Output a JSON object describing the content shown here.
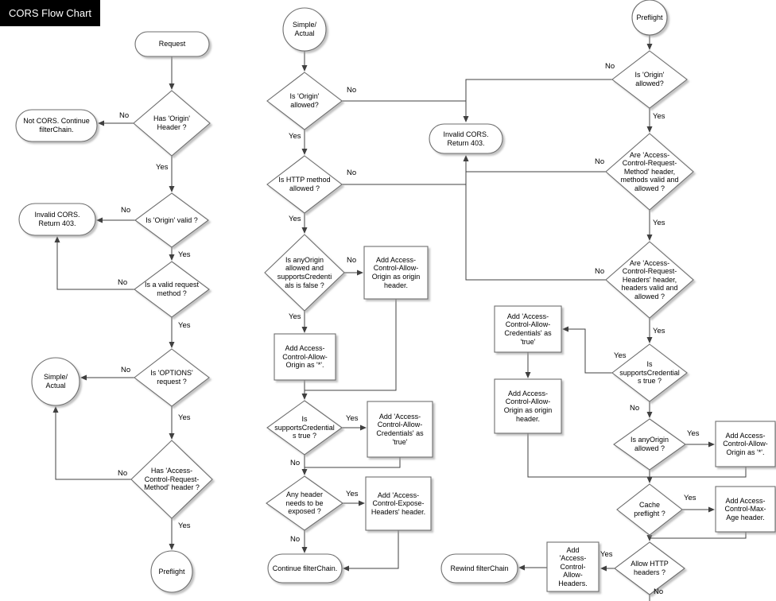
{
  "title": "CORS Flow Chart",
  "labels": {
    "yes": "Yes",
    "no": "No"
  },
  "colors": {
    "node_fill": "#ffffff",
    "node_border": "#6e6e6e",
    "connector": "#404040",
    "title_bg": "#000000",
    "title_fg": "#ffffff"
  },
  "shared": {
    "invalid_cors": "Invalid CORS. Return 403."
  },
  "request_flow": {
    "start": "Request",
    "has_origin_header": "Has 'Origin' Header ?",
    "not_cors": "Not CORS. Continue filterChain.",
    "is_origin_valid": "Is 'Origin' valid ?",
    "invalid_cors": "Invalid CORS. Return 403.",
    "is_valid_method": "Is a valid request method ?",
    "is_options_request": "Is 'OPTIONS' request ?",
    "simple_actual": "Simple/ Actual",
    "has_acrm_header": "Has 'Access-Control-Request-Method' header ?",
    "preflight": "Preflight"
  },
  "simple_actual_flow": {
    "start": "Simple/ Actual",
    "is_origin_allowed": "Is 'Origin' allowed?",
    "is_http_method_allowed": "Is HTTP method allowed ?",
    "anyorigin_and_credentials_false": "Is anyOrigin allowed and supportsCredentials is false ?",
    "add_origin_header": "Add Access-Control-Allow-Origin as origin header.",
    "add_origin_star": "Add Access-Control-Allow-Origin as '*'.",
    "is_supports_credentials": "Is supportsCredentials true ?",
    "add_credentials_true": "Add 'Access-Control-Allow-Credentials' as 'true'",
    "any_header_exposed": "Any header needs to be exposed ?",
    "add_expose_headers": "Add 'Access-Control-Expose-Headers' header.",
    "end": "Continue filterChain."
  },
  "preflight_flow": {
    "start": "Preflight",
    "is_origin_allowed": "Is 'Origin' allowed?",
    "acrm_valid": "Are 'Access-Control-Request-Method' header, methods valid and allowed ?",
    "acrh_valid": "Are 'Access-Control-Request-Headers' header, headers valid and allowed ?",
    "is_supports_credentials": "Is supportsCredentials true ?",
    "add_credentials_true": "Add 'Access-Control-Allow-Credentials' as 'true'",
    "add_origin_header": "Add Access-Control-Allow-Origin as origin header.",
    "is_anyorigin_allowed": "Is anyOrigin allowed ?",
    "add_origin_star": "Add Access-Control-Allow-Origin as '*'.",
    "cache_preflight": "Cache preflight ?",
    "add_max_age": "Add Access-Control-Max-Age header.",
    "allow_http_headers": "Allow HTTP headers ?",
    "add_allow_headers": "Add 'Access-Control-Allow-Headers.",
    "end": "Rewind filterChain"
  }
}
